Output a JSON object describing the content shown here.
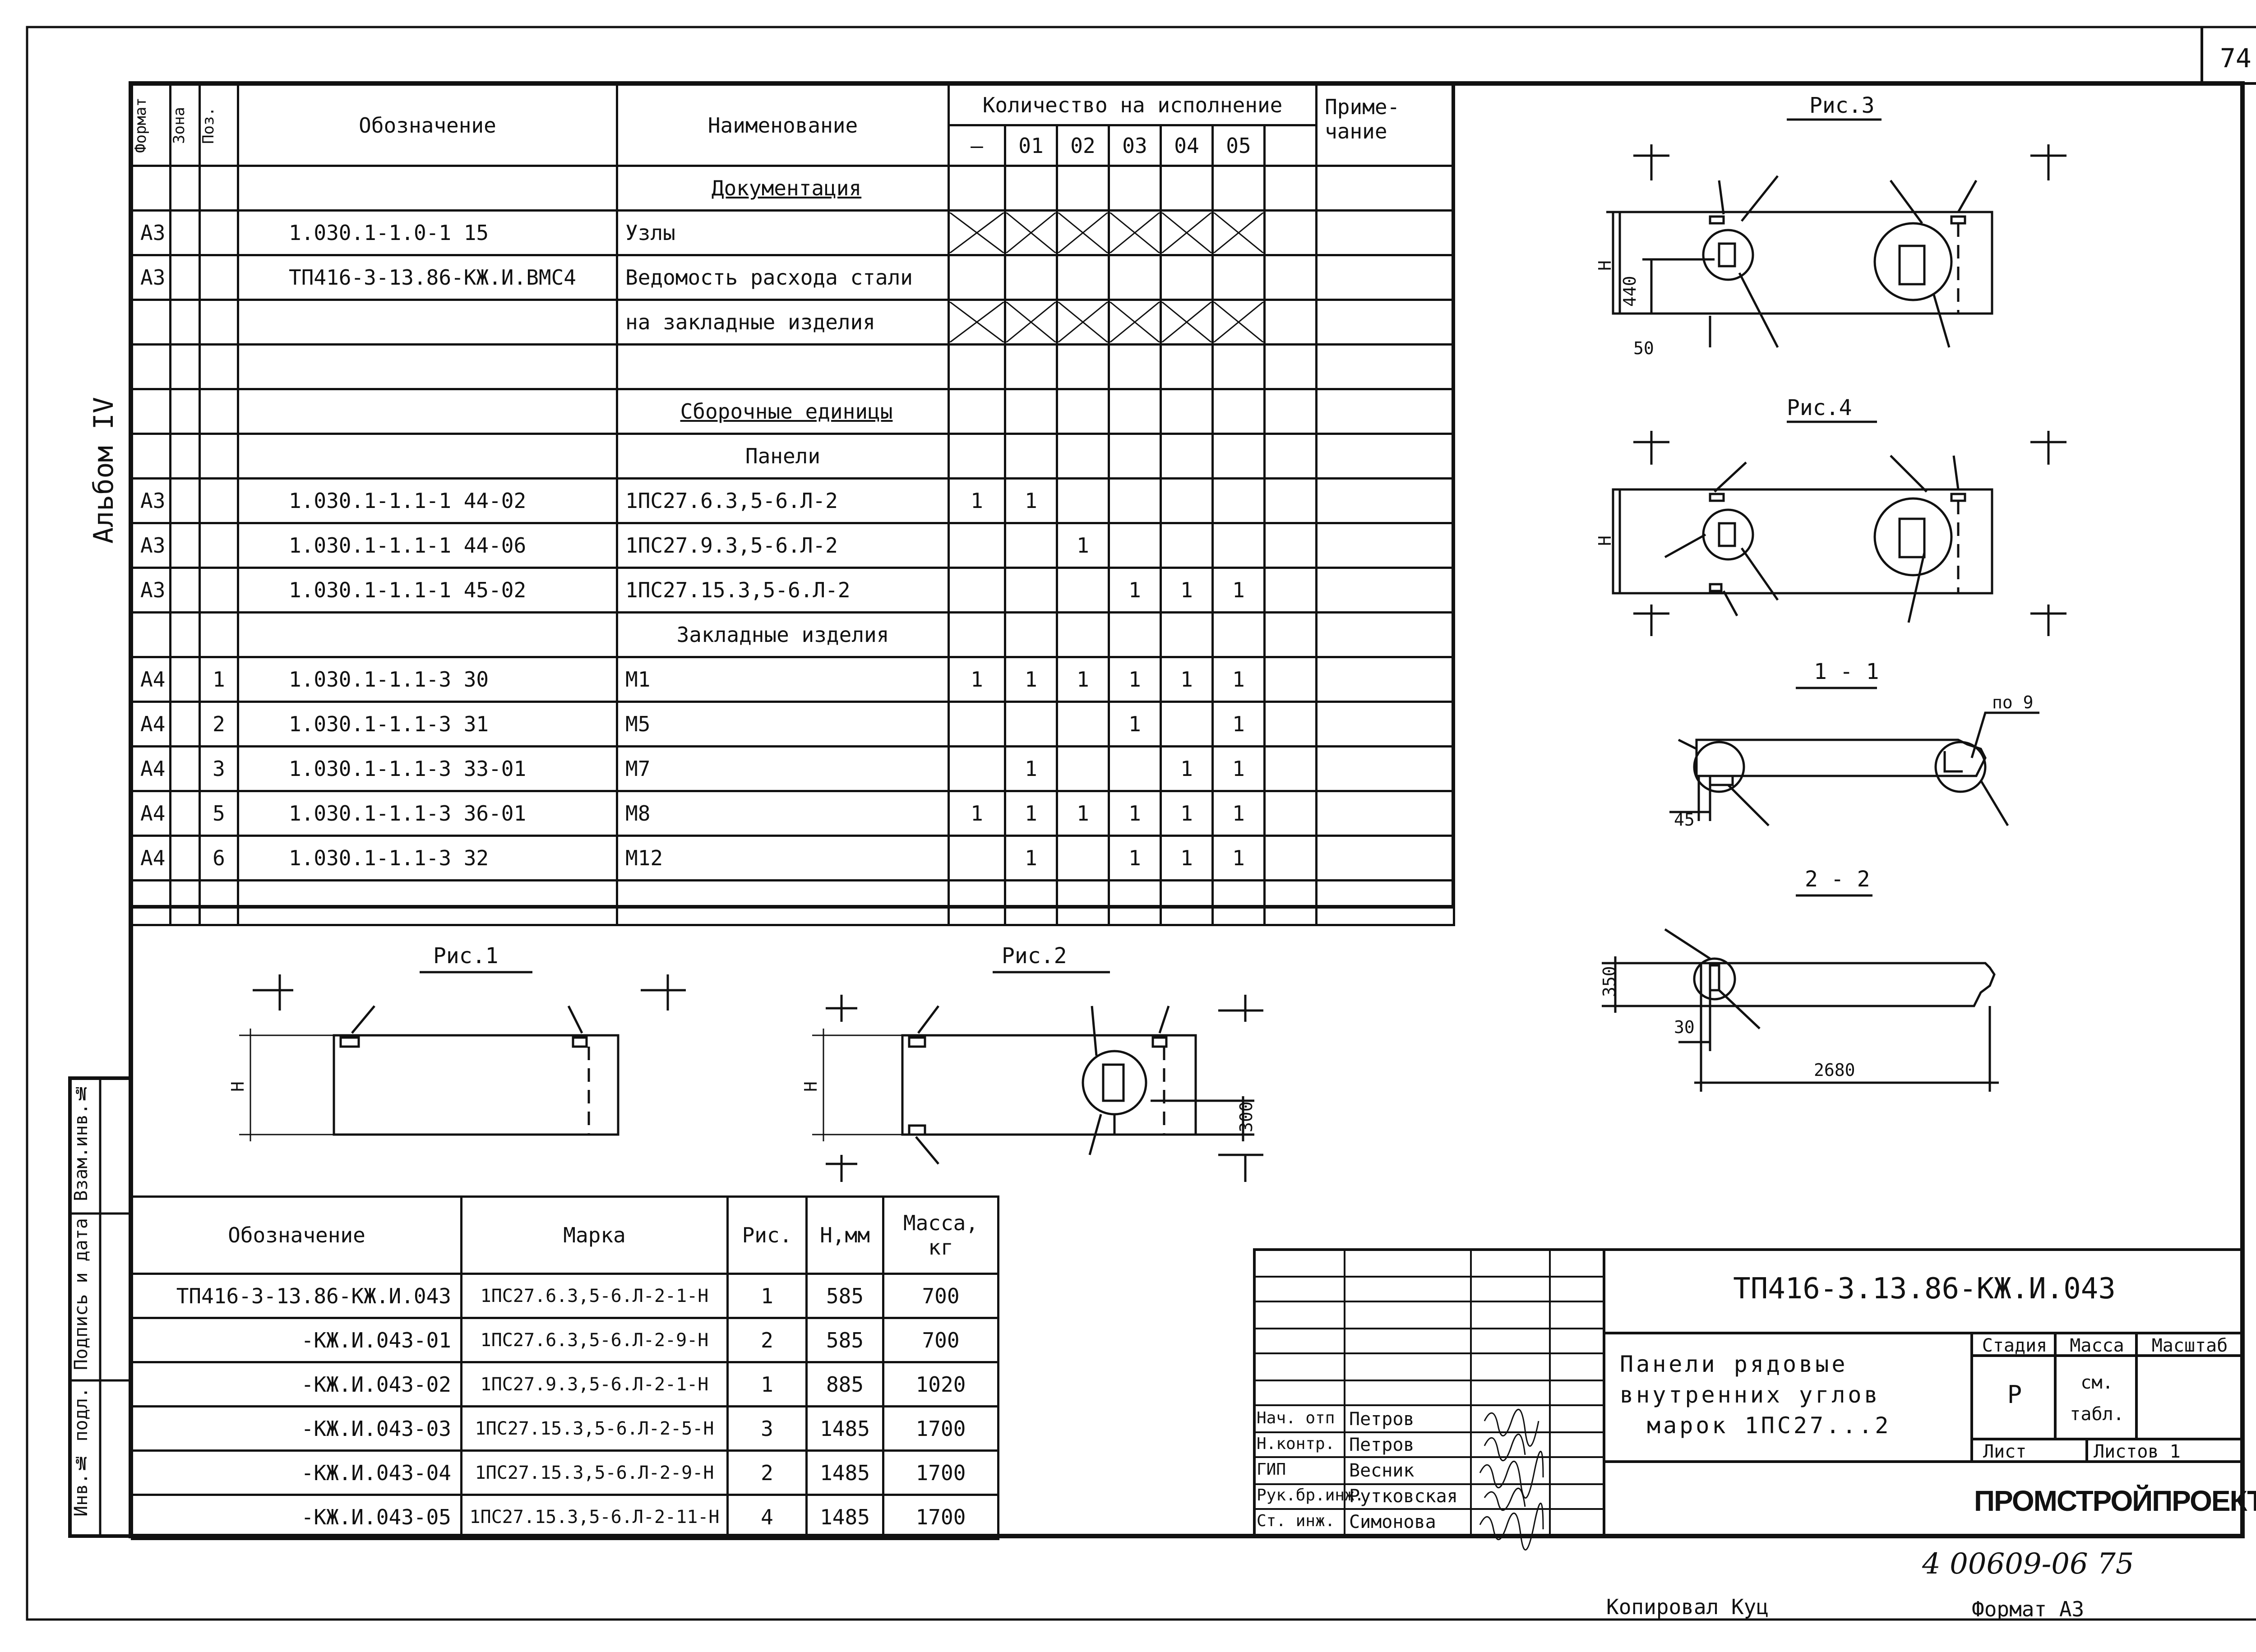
{
  "page_number": "74",
  "album_label": "Альбом IV",
  "left_stamp": [
    "Инв.№ подл.",
    "Подпись и дата",
    "Взам.инв.№"
  ],
  "spec": {
    "headers": {
      "format": "Формат",
      "zone": "Зона",
      "pos": "Поз.",
      "designation": "Обозначение",
      "name": "Наименование",
      "qty": "Количество на исполнение",
      "note": "Приме-\nчание",
      "variants": [
        "—",
        "01",
        "02",
        "03",
        "04",
        "05"
      ]
    },
    "rows": [
      {
        "format": "",
        "pos": "",
        "designation": "",
        "name": "Документация",
        "section": true,
        "q": [
          "",
          "",
          "",
          "",
          "",
          ""
        ]
      },
      {
        "format": "А3",
        "pos": "",
        "designation": "1.030.1-1.0-1 15",
        "name": "Узлы",
        "cross": true,
        "q": [
          "",
          "",
          "",
          "",
          "",
          ""
        ]
      },
      {
        "format": "А3",
        "pos": "",
        "designation": "ТП416-3-13.86-КЖ.И.ВМС4",
        "name": "Ведомость расхода стали",
        "q": [
          "",
          "",
          "",
          "",
          "",
          ""
        ]
      },
      {
        "format": "",
        "pos": "",
        "designation": "",
        "name": "на закладные изделия",
        "cross": true,
        "q": [
          "",
          "",
          "",
          "",
          "",
          ""
        ]
      },
      {
        "format": "",
        "pos": "",
        "designation": "",
        "name": "",
        "q": [
          "",
          "",
          "",
          "",
          "",
          ""
        ]
      },
      {
        "format": "",
        "pos": "",
        "designation": "",
        "name": "Сборочные единицы",
        "section": true,
        "q": [
          "",
          "",
          "",
          "",
          "",
          ""
        ]
      },
      {
        "format": "",
        "pos": "",
        "designation": "",
        "name": "Панели",
        "center": true,
        "q": [
          "",
          "",
          "",
          "",
          "",
          ""
        ]
      },
      {
        "format": "А3",
        "pos": "",
        "designation": "1.030.1-1.1-1 44-02",
        "name": "1ПС27.6.3,5-6.Л-2",
        "q": [
          "1",
          "1",
          "",
          "",
          "",
          ""
        ]
      },
      {
        "format": "А3",
        "pos": "",
        "designation": "1.030.1-1.1-1 44-06",
        "name": "1ПС27.9.3,5-6.Л-2",
        "q": [
          "",
          "",
          "1",
          "",
          "",
          ""
        ]
      },
      {
        "format": "А3",
        "pos": "",
        "designation": "1.030.1-1.1-1 45-02",
        "name": "1ПС27.15.3,5-6.Л-2",
        "q": [
          "",
          "",
          "",
          "1",
          "1",
          "1"
        ]
      },
      {
        "format": "",
        "pos": "",
        "designation": "",
        "name": "Закладные изделия",
        "center": true,
        "q": [
          "",
          "",
          "",
          "",
          "",
          ""
        ]
      },
      {
        "format": "А4",
        "pos": "1",
        "designation": "1.030.1-1.1-3 30",
        "name": "М1",
        "q": [
          "1",
          "1",
          "1",
          "1",
          "1",
          "1"
        ]
      },
      {
        "format": "А4",
        "pos": "2",
        "designation": "1.030.1-1.1-3 31",
        "name": "М5",
        "q": [
          "",
          "",
          "",
          "1",
          "",
          "1"
        ]
      },
      {
        "format": "А4",
        "pos": "3",
        "designation": "1.030.1-1.1-3 33-01",
        "name": "М7",
        "q": [
          "",
          "1",
          "",
          "",
          "1",
          "1"
        ]
      },
      {
        "format": "А4",
        "pos": "5",
        "designation": "1.030.1-1.1-3 36-01",
        "name": "М8",
        "q": [
          "1",
          "1",
          "1",
          "1",
          "1",
          "1"
        ]
      },
      {
        "format": "А4",
        "pos": "6",
        "designation": "1.030.1-1.1-3 32",
        "name": "М12",
        "q": [
          "",
          "1",
          "",
          "1",
          "1",
          "1"
        ]
      },
      {
        "format": "",
        "pos": "",
        "designation": "",
        "name": "",
        "q": [
          "",
          "",
          "",
          "",
          "",
          ""
        ]
      }
    ]
  },
  "marks": {
    "headers": {
      "designation": "Обозначение",
      "mark": "Марка",
      "fig": "Рис.",
      "h": "Н,мм",
      "mass": "Масса,\nкг"
    },
    "rows": [
      {
        "designation": "ТП416-3-13.86-КЖ.И.043",
        "mark": "1ПС27.6.3,5-6.Л-2-1-Н",
        "fig": "1",
        "h": "585",
        "mass": "700"
      },
      {
        "designation": "-КЖ.И.043-01",
        "mark": "1ПС27.6.3,5-6.Л-2-9-Н",
        "fig": "2",
        "h": "585",
        "mass": "700"
      },
      {
        "designation": "-КЖ.И.043-02",
        "mark": "1ПС27.9.3,5-6.Л-2-1-Н",
        "fig": "1",
        "h": "885",
        "mass": "1020"
      },
      {
        "designation": "-КЖ.И.043-03",
        "mark": "1ПС27.15.3,5-6.Л-2-5-Н",
        "fig": "3",
        "h": "1485",
        "mass": "1700"
      },
      {
        "designation": "-КЖ.И.043-04",
        "mark": "1ПС27.15.3,5-6.Л-2-9-Н",
        "fig": "2",
        "h": "1485",
        "mass": "1700"
      },
      {
        "designation": "-КЖ.И.043-05",
        "mark": "1ПС27.15.3,5-6.Л-2-11-Н",
        "fig": "4",
        "h": "1485",
        "mass": "1700"
      }
    ]
  },
  "figures": {
    "fig1": "Рис.1",
    "fig2": "Рис.2",
    "fig3": "Рис.3",
    "fig4": "Рис.4",
    "sec11": "1 - 1",
    "sec22": "2 - 2",
    "dim_440": "440",
    "dim_50": "50",
    "dim_300": "300",
    "dim_45": "45",
    "dim_350": "350",
    "dim_30": "30",
    "dim_2680": "2680",
    "po9": "по 9",
    "H": "Н"
  },
  "title_block": {
    "code": "ТП416-3.13.86-КЖ.И.043",
    "title_lines": [
      "Панели рядовые",
      "внутренних углов",
      "марок 1ПС27...2"
    ],
    "stage_h": "Стадия",
    "mass_h": "Масса",
    "scale_h": "Масштаб",
    "stage": "Р",
    "mass": "см.\nтабл.",
    "sheet_h": "Лист",
    "sheets_h": "Листов 1",
    "org": "ПРОМСТРОЙПРОЕКТ",
    "people": [
      {
        "role": "Нач. отп",
        "name": "Петров"
      },
      {
        "role": "Н.контр.",
        "name": "Петров"
      },
      {
        "role": "ГИП",
        "name": "Весник"
      },
      {
        "role": "Рук.бр.инж.",
        "name": "Рутковская"
      },
      {
        "role": "Ст. инж.",
        "name": "Симонова"
      }
    ]
  },
  "handwritten_number": "4 00609-06 75",
  "copied_by": "Копировал Куц",
  "format": "Формат А3"
}
